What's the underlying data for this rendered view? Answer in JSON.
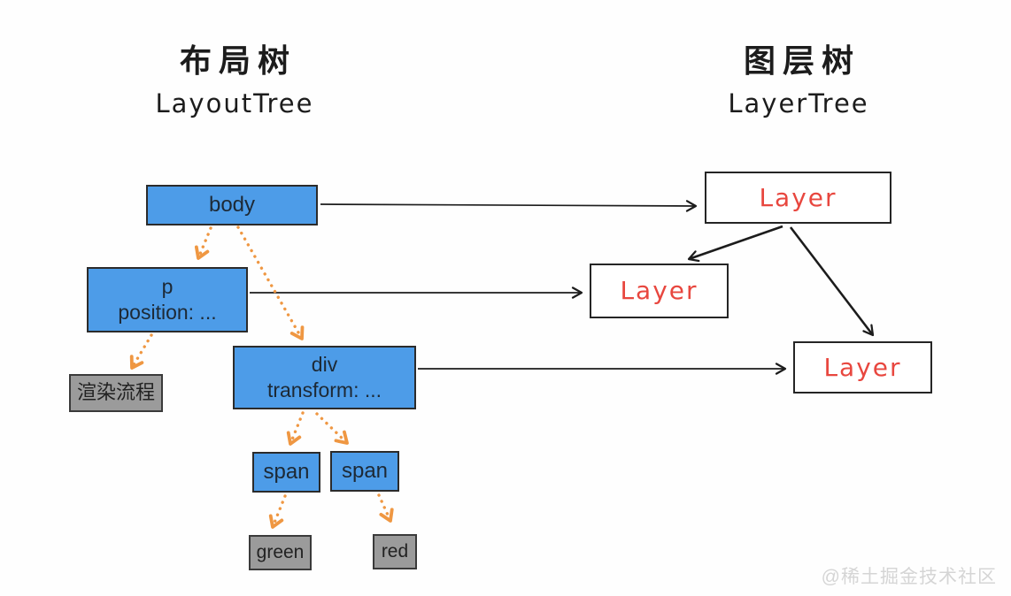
{
  "titles": {
    "layout_tree_zh": "布局树",
    "layout_tree_en": "LayoutTree",
    "layer_tree_zh": "图层树",
    "layer_tree_en": "LayerTree"
  },
  "layout_tree": {
    "nodes": {
      "body": {
        "label": "body"
      },
      "p": {
        "line1": "p",
        "line2": "position: ..."
      },
      "render_process": {
        "label": "渲染流程"
      },
      "div": {
        "line1": "div",
        "line2": "transform: ..."
      },
      "span_left": {
        "label": "span"
      },
      "span_right": {
        "label": "span"
      },
      "green": {
        "label": "green"
      },
      "red": {
        "label": "red"
      }
    }
  },
  "layer_tree": {
    "nodes": {
      "layer1": {
        "label": "Layer"
      },
      "layer2": {
        "label": "Layer"
      },
      "layer3": {
        "label": "Layer"
      }
    }
  },
  "watermark": "@稀土掘金技术社区",
  "colors": {
    "node_blue": "#4d9ce8",
    "node_gray": "#9b9b9b",
    "layer_text_red": "#e8473f",
    "arrow_orange": "#ef9742",
    "arrow_black": "#1c1c1c",
    "watermark_gray": "#d5d5d5"
  }
}
